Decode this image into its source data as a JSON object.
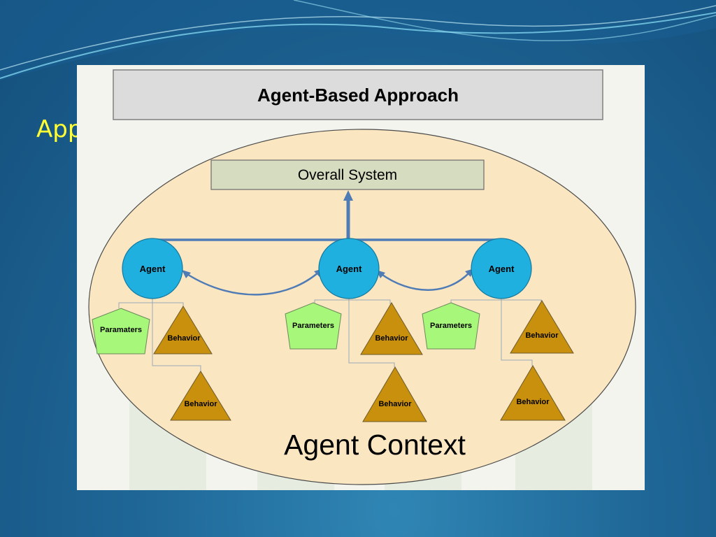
{
  "slide": {
    "title": "Approach"
  },
  "diagram": {
    "title": "Agent-Based Approach",
    "system_label": "Overall System",
    "context_label": "Agent Context",
    "agents": [
      {
        "label": "Agent",
        "parameters_label": "Paramaters",
        "behaviors": [
          "Behavior",
          "Behavior"
        ]
      },
      {
        "label": "Agent",
        "parameters_label": "Parameters",
        "behaviors": [
          "Behavior",
          "Behavior"
        ]
      },
      {
        "label": "Agent",
        "parameters_label": "Parameters",
        "behaviors": [
          "Behavior",
          "Behavior"
        ]
      }
    ]
  },
  "colors": {
    "context_fill": "#fbe6c2",
    "system_fill": "#d6dcbf",
    "agent_fill": "#1fb0e0",
    "parameters_fill": "#a6f77a",
    "behavior_fill": "#c8900d",
    "connector": "#4f7cb5",
    "slide_title": "#ffff33"
  }
}
